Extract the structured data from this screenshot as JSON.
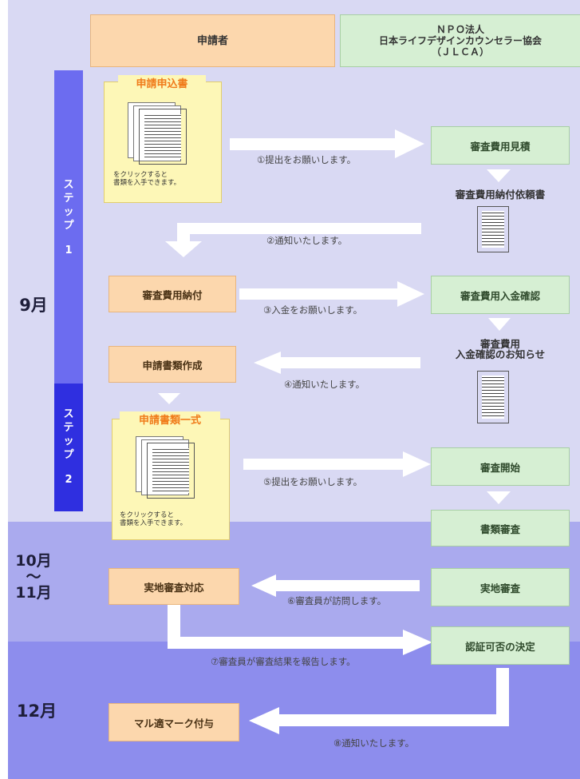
{
  "header": {
    "applicant": "申請者",
    "organization": "ＮＰＯ法人\n日本ライフデザインカウンセラー協会\n（ＪＬＣＡ）"
  },
  "months": {
    "sep": "9月",
    "oct_nov": "10月\n～\n11月",
    "dec": "12月"
  },
  "steps": {
    "step1": [
      "ス",
      "テ",
      "ッ",
      "プ",
      "1"
    ],
    "step2": [
      "ス",
      "テ",
      "ッ",
      "プ",
      "2"
    ]
  },
  "documents": {
    "application_form": {
      "title": "申請申込書",
      "note": "をクリックすると\n書類を入手できます。"
    },
    "application_set": {
      "title": "申請書類一式",
      "note": "をクリックすると\n書類を入手できます。"
    }
  },
  "applicant_boxes": {
    "fee_payment": "審査費用納付",
    "create_documents": "申請書類作成",
    "onsite_response": "実地審査対応",
    "mark_granted": "マル適マーク付与"
  },
  "jlca_boxes": {
    "fee_estimate": "審査費用見積",
    "payment_confirm": "審査費用入金確認",
    "review_start": "審査開始",
    "document_review": "書類審査",
    "onsite_review": "実地審査",
    "decision": "認証可否の決定"
  },
  "jlca_documents": {
    "fee_request": "審査費用納付依頼書",
    "payment_notice": "審査費用\n入金確認のお知らせ"
  },
  "messages": {
    "m1": "①提出をお願いします。",
    "m2": "②通知いたします。",
    "m3": "③入金をお願いします。",
    "m4": "④通知いたします。",
    "m5": "⑤提出をお願いします。",
    "m6": "⑥審査員が訪問します。",
    "m7": "⑦審査員が審査結果を報告します。",
    "m8": "⑧通知いたします。"
  },
  "colors": {
    "band_light": "#d9d9f3",
    "band_mid": "#aaaaee",
    "band_dark": "#8d8ded",
    "step1": "#6c6cf0",
    "step2": "#2f2fe0",
    "arrow": "#ffffff",
    "applicant_box": "#fcd7ad",
    "jlca_box": "#d6efd3"
  }
}
